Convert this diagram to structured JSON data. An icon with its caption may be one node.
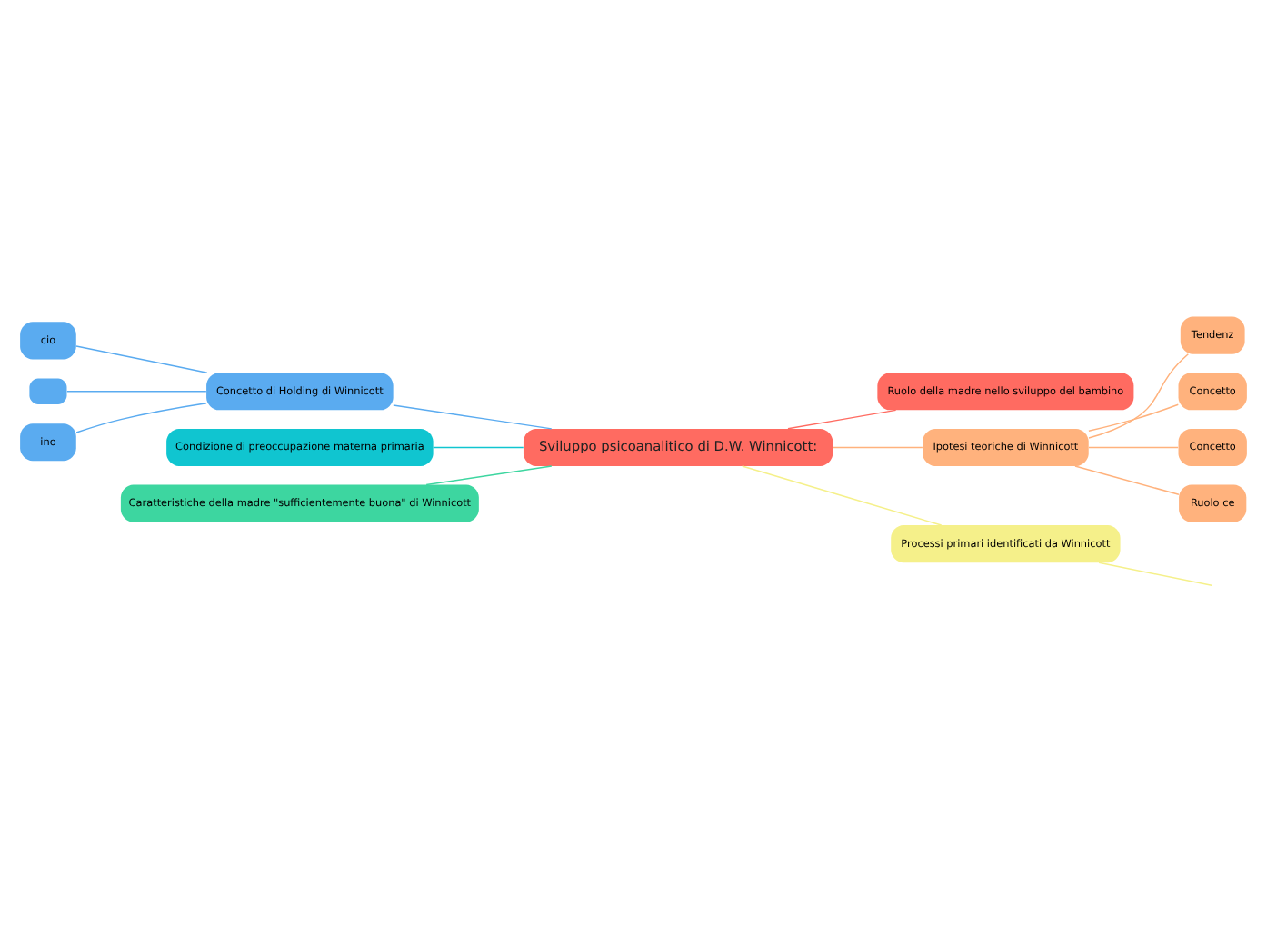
{
  "diagram": {
    "nodes": [
      {
        "text": [
          "Sviluppo psicoanalitico di D.W. Winnicott:"
        ]
      },
      {
        "text": [
          "Concetto di Holding di Winnicott"
        ]
      },
      {
        "text": [
          "cio"
        ]
      },
      {
        "text": [],
        "shape": "box"
      },
      {
        "text": [
          "ino"
        ]
      },
      {
        "text": [
          "Condizione di preoccupazione materna primaria"
        ]
      },
      {
        "text": [
          "Caratteristiche della madre \"sufficientemente buona\" di Winnicott"
        ]
      },
      {
        "text": [
          "Ruolo della madre nello sviluppo del bambino"
        ]
      },
      {
        "text": [
          "Ipotesi teoriche di Winnicott"
        ]
      },
      {
        "text": [
          "Tendenz"
        ]
      },
      {
        "text": [
          "Concetto"
        ]
      },
      {
        "text": [
          "Concetto"
        ]
      },
      {
        "text": [
          "Ruolo ce"
        ]
      },
      {
        "text": [
          "Processi primari identificati da Winnicott"
        ]
      }
    ],
    "edges": [
      {
        "from": 0,
        "to": 1,
        "arrow": "none",
        "color": "#5aabf0"
      },
      {
        "from": 1,
        "to": 2,
        "arrow": "none",
        "color": "#5aabf0"
      },
      {
        "from": 1,
        "to": 3,
        "arrow": "none",
        "color": "#5aabf0"
      },
      {
        "from": 1,
        "to": 4,
        "arrow": "none",
        "color": "#5aabf0"
      },
      {
        "from": 0,
        "to": 5,
        "arrow": "none",
        "color": "#10c5d0"
      },
      {
        "from": 0,
        "to": 6,
        "arrow": "none",
        "color": "#3dd6a0"
      },
      {
        "from": 0,
        "to": 7,
        "arrow": "none",
        "color": "#ff6b61"
      },
      {
        "from": 0,
        "to": 8,
        "arrow": "none",
        "color": "#ffb27d"
      },
      {
        "from": 8,
        "to": 9,
        "arrow": "none",
        "color": "#ffb27d"
      },
      {
        "from": 8,
        "to": 10,
        "arrow": "none",
        "color": "#ffb27d"
      },
      {
        "from": 8,
        "to": 11,
        "arrow": "none",
        "color": "#ffb27d"
      },
      {
        "from": 8,
        "to": 12,
        "arrow": "none",
        "color": "#ffb27d"
      },
      {
        "from": 0,
        "to": 13,
        "arrow": "none",
        "color": "#f5f08a"
      },
      {
        "from": 13,
        "to": null,
        "arrow": "none",
        "color": "#f5f08a"
      }
    ]
  }
}
